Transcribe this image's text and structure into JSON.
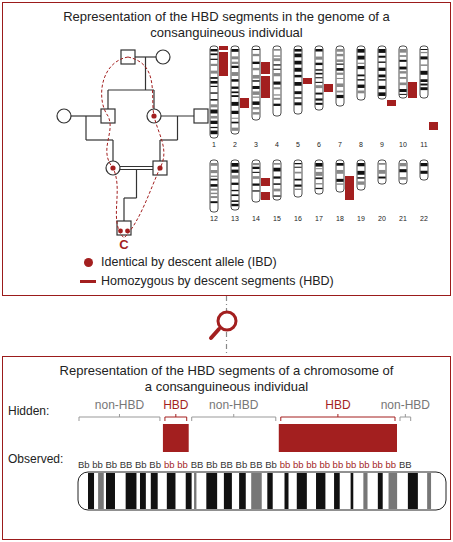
{
  "diagram": {
    "nodes": [
      {
        "text": [
          "Representation of the HBD segments in the genome of a consanguineous individual"
        ]
      },
      {
        "text": [
          "Representation of the HBD segments of a chromosome of a consanguineous individual"
        ]
      }
    ],
    "edges": [
      {
        "from": 0,
        "to": 1,
        "arrow": "none"
      }
    ],
    "labels": [
      "C",
      "1",
      "2",
      "3",
      "4",
      "5",
      "6",
      "7",
      "8",
      "9",
      "10",
      "11",
      "12",
      "13",
      "14",
      "15",
      "16",
      "17",
      "18",
      "19",
      "20",
      "21",
      "22",
      "Hidden:",
      "non-HBD",
      "HBD",
      "non-HBD",
      "HBD",
      "non-HBD",
      "Observed:",
      "Bb bb Bb BB Bb Bb",
      "bb bb",
      "BB Bb BB Bb BB Bb",
      "bb bb bb bb bb bb bb bb bb",
      "BB"
    ],
    "legend": [
      {
        "text": "Identical by descent allele (IBD)"
      },
      {
        "text": "Homozygous by descent segments (HBD)"
      }
    ]
  }
}
